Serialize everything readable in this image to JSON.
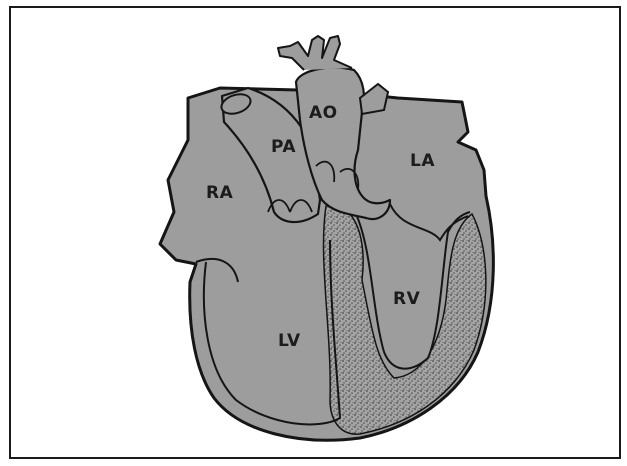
{
  "labels": {
    "aorta": "AO",
    "pulmonary_artery": "PA",
    "right_atrium": "RA",
    "left_atrium": "LA",
    "left_ventricle": "LV",
    "right_ventricle": "RV"
  },
  "colors": {
    "chamber_fill": "#9d9d9d",
    "outline": "#151515",
    "myocardium_stipple": "#5b5b5b",
    "background": "#ffffff"
  }
}
